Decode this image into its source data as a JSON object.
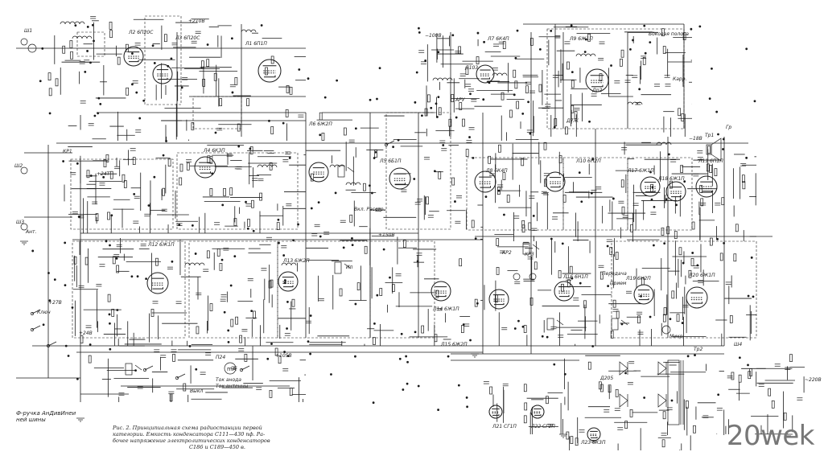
{
  "watermark": "20wek",
  "caption_lines": [
    "Рис. 2. Принципиальная схема радиостанции первой",
    "категории. Емкость конденсатора C111—430 пф. Ра-",
    "бочее напряжение электролитических конденсаторов",
    "C186 и C189—450 в."
  ],
  "note_bottom_left": [
    "Ф-ручка АнДивИнеи",
    "ней шины"
  ],
  "tubes": [
    {
      "id": "l1",
      "label": "Л1 6П1П"
    },
    {
      "id": "l2",
      "label": "Л2 6П20С"
    },
    {
      "id": "l3",
      "label": "Л3 6П20С"
    },
    {
      "id": "l4",
      "label": "Л4 6К3П"
    },
    {
      "id": "l5",
      "label": "Л5 6Б1П"
    },
    {
      "id": "l6",
      "label": "Л6 6Ж2П"
    },
    {
      "id": "l7",
      "label": "Л7 6К4П"
    },
    {
      "id": "l8",
      "label": "Л8 6К4П"
    },
    {
      "id": "l9",
      "label": "Л9 6Ж1П"
    },
    {
      "id": "l10",
      "label": "Л10 6Н2П"
    },
    {
      "id": "l11",
      "label": "Л11 6П1П"
    },
    {
      "id": "l12",
      "label": "Л12 6Ж1П"
    },
    {
      "id": "l13",
      "label": "Л13 6Ж2П"
    },
    {
      "id": "l14",
      "label": "Л14 6Ж1П"
    },
    {
      "id": "l15",
      "label": "Л15 6Ж2П"
    },
    {
      "id": "l16",
      "label": "Л16 6Н1П"
    },
    {
      "id": "l17",
      "label": "Л17 6Ж1П"
    },
    {
      "id": "l18",
      "label": "Л18 6Ж1П"
    },
    {
      "id": "l19",
      "label": "Л19 6Н2П"
    },
    {
      "id": "l20",
      "label": "Л20 6Ж1П"
    },
    {
      "id": "l21",
      "label": "Л21 СГ1П"
    },
    {
      "id": "l22",
      "label": "Л22 СГ2П"
    },
    {
      "id": "l23",
      "label": "Л23 6К3П"
    }
  ],
  "labels": {
    "sh1": "Ш1",
    "sh2": "Ш2",
    "sh3": "Ш3",
    "kr1": "КР1",
    "kr2": "КР2",
    "kr3": "КР3",
    "tr1": "Тр1",
    "gr": "Гр",
    "tr2": "Тр2",
    "dr2": "Др2",
    "ap": "АРУ",
    "vkl_rasstr": "Вкл. Расстр.",
    "bokovaya": "Боковая полоса",
    "karr": "Карр.",
    "peredacha": "Передача",
    "priem": "Прием",
    "pv": "+24Т",
    "ip": "Ип",
    "tok_anoda": "Ток анода",
    "tok_antenny": "Ток антенны",
    "p24": "П24",
    "mikr": "Микр.",
    "sp_a": "Ш4",
    "volt_a": "~220В",
    "v27": "+27В",
    "v210": "+210В",
    "v150": "+150В",
    "v24": "+24В",
    "v105": "+105В",
    "m100": "−100В",
    "m18": "−18В",
    "d205": "Д205",
    "d7zh": "Д7Ж",
    "d103": "Д103",
    "vykl": "Выкл",
    "klyuch": "Ключ",
    "anten": "Ант."
  }
}
